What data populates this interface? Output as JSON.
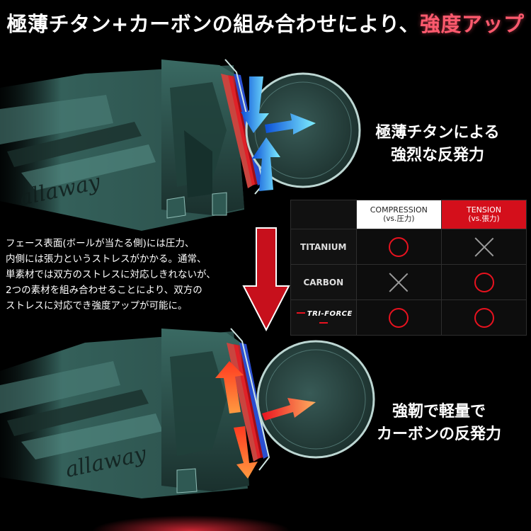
{
  "header": {
    "title_main": "極薄チタン+カーボンの組み合わせにより、",
    "title_accent": "強度アップ"
  },
  "top_caption": {
    "line1": "極薄チタンによる",
    "line2": "強烈な反発力"
  },
  "bottom_caption": {
    "line1": "強靭で軽量で",
    "line2": "カーボンの反発力"
  },
  "description": {
    "line1": "フェース表面(ボールが当たる側)には圧力、",
    "line2": "内側には張力というストレスがかかる。通常、",
    "line3": "単素材では双方のストレスに対応しきれないが、",
    "line4": "2つの素材を組み合わせることにより、双方の",
    "line5": "ストレスに対応でき強度アップが可能に。"
  },
  "club_text": "allaway",
  "comparison_table": {
    "columns": [
      {
        "label": "COMPRESSION",
        "sub": "(vs.圧力)"
      },
      {
        "label": "TENSION",
        "sub": "(vs.張力)"
      }
    ],
    "rows": [
      {
        "label": "TITANIUM",
        "compression": "○",
        "tension": "×"
      },
      {
        "label": "CARBON",
        "compression": "×",
        "tension": "○"
      },
      {
        "label": "TRI-FORCE",
        "compression": "○",
        "tension": "○"
      }
    ]
  },
  "colors": {
    "accent_pink": "#ff5a6e",
    "tension_red": "#d40f1b",
    "circle_red": "#e8121f",
    "club_teal": "#2a4a46",
    "arrow_blue": "#1e90ff",
    "arrow_orange": "#ff6a1e"
  }
}
